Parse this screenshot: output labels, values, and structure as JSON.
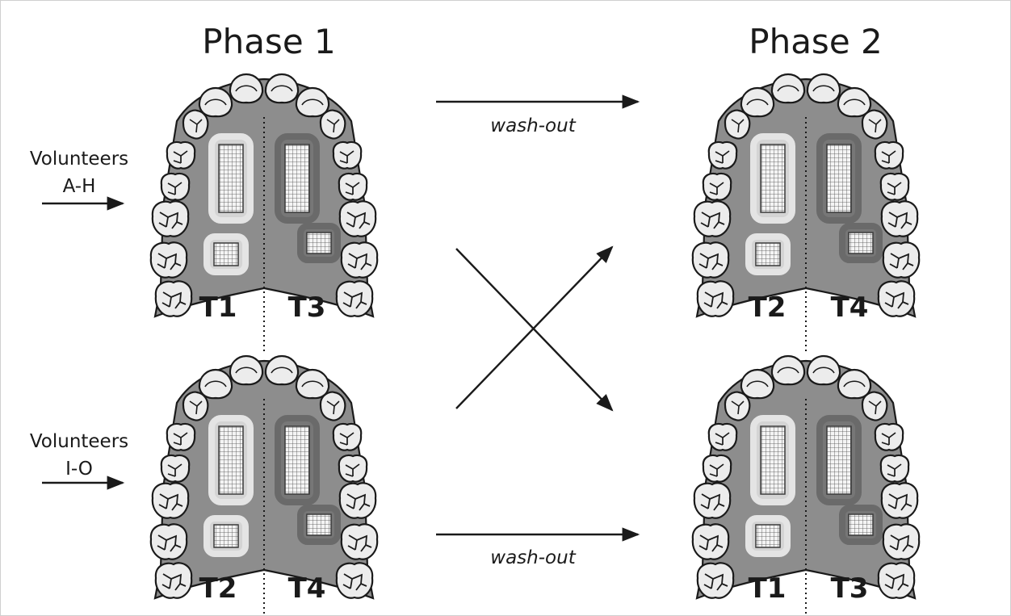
{
  "phases": {
    "phase1": "Phase 1",
    "phase2": "Phase 2"
  },
  "groups": [
    {
      "title": "Volunteers",
      "range": "A-H"
    },
    {
      "title": "Volunteers",
      "range": "I-O"
    }
  ],
  "washout_label": "wash-out",
  "appliances": [
    {
      "left_label": "T1",
      "right_label": "T3"
    },
    {
      "left_label": "T2",
      "right_label": "T4"
    },
    {
      "left_label": "T2",
      "right_label": "T4"
    },
    {
      "left_label": "T1",
      "right_label": "T3"
    }
  ],
  "colors": {
    "palate": "#8d8d8d",
    "tooth_fill": "#ececec",
    "tooth_stroke": "#1a1a1a",
    "light_frame": "#e0e0e0",
    "dark_frame": "#6a6a6a",
    "arrow": "#1a1a1a"
  }
}
